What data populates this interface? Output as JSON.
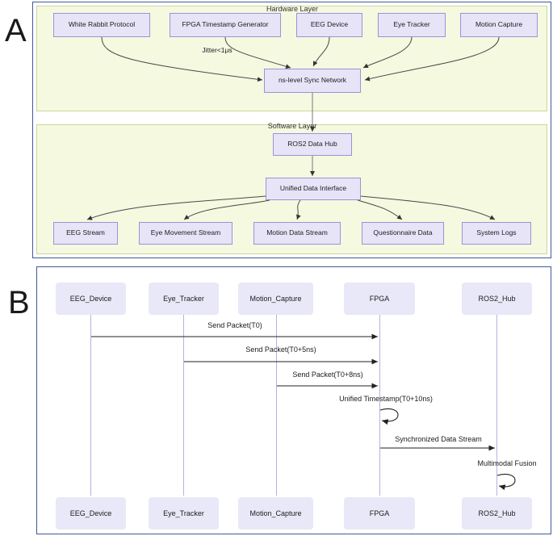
{
  "figure": {
    "panels": [
      {
        "letter": "A",
        "kind": "flowchart"
      },
      {
        "letter": "B",
        "kind": "sequence"
      }
    ]
  },
  "panel_a": {
    "layers": [
      {
        "id": "hardware",
        "title": "Hardware Layer"
      },
      {
        "id": "software",
        "title": "Software Layer"
      }
    ],
    "hardware_nodes": [
      {
        "id": "wrp",
        "label": "White Rabbit Protocol"
      },
      {
        "id": "fpga",
        "label": "FPGA Timestamp Generator"
      },
      {
        "id": "eeg",
        "label": "EEG Device"
      },
      {
        "id": "eye",
        "label": "Eye Tracker"
      },
      {
        "id": "motion",
        "label": "Motion Capture"
      },
      {
        "id": "sync",
        "label": "ns-level Sync Network"
      }
    ],
    "software_nodes": [
      {
        "id": "ros2",
        "label": "ROS2 Data Hub"
      },
      {
        "id": "udi",
        "label": "Unified Data Interface"
      },
      {
        "id": "s_eeg",
        "label": "EEG Stream"
      },
      {
        "id": "s_eye",
        "label": "Eye Movement Stream"
      },
      {
        "id": "s_mot",
        "label": "Motion Data Stream"
      },
      {
        "id": "s_quest",
        "label": "Questionnaire Data"
      },
      {
        "id": "s_logs",
        "label": "System Logs"
      }
    ],
    "edge_labels": [
      {
        "id": "jitter",
        "label": "Jitter<1μs"
      }
    ]
  },
  "panel_b": {
    "participants": [
      {
        "id": "eeg_device",
        "label": "EEG_Device"
      },
      {
        "id": "eye_tracker",
        "label": "Eye_Tracker"
      },
      {
        "id": "motion_capture",
        "label": "Motion_Capture"
      },
      {
        "id": "fpga",
        "label": "FPGA"
      },
      {
        "id": "ros2_hub",
        "label": "ROS2_Hub"
      }
    ],
    "messages": [
      {
        "id": "m1",
        "from": "eeg_device",
        "to": "fpga",
        "label": "Send Packet(T0)",
        "self": false
      },
      {
        "id": "m2",
        "from": "eye_tracker",
        "to": "fpga",
        "label": "Send Packet(T0+5ns)",
        "self": false
      },
      {
        "id": "m3",
        "from": "motion_capture",
        "to": "fpga",
        "label": "Send Packet(T0+8ns)",
        "self": false
      },
      {
        "id": "m4",
        "from": "fpga",
        "to": "fpga",
        "label": "Unified Timestamp(T0+10ns)",
        "self": true
      },
      {
        "id": "m5",
        "from": "fpga",
        "to": "ros2_hub",
        "label": "Synchronized Data Stream",
        "self": false
      },
      {
        "id": "m6",
        "from": "ros2_hub",
        "to": "ros2_hub",
        "label": "Multimodal Fusion",
        "self": true
      }
    ]
  },
  "colors": {
    "node_fill": "#e7e4f8",
    "node_stroke": "#9a93d8",
    "layer_fill": "#f4f9e0",
    "layer_stroke": "#cdd69a",
    "frame_stroke": "#3f5a96",
    "participant_fill": "#e8e8f8",
    "lifeline": "#b3b3e0",
    "arrow": "#333333"
  }
}
